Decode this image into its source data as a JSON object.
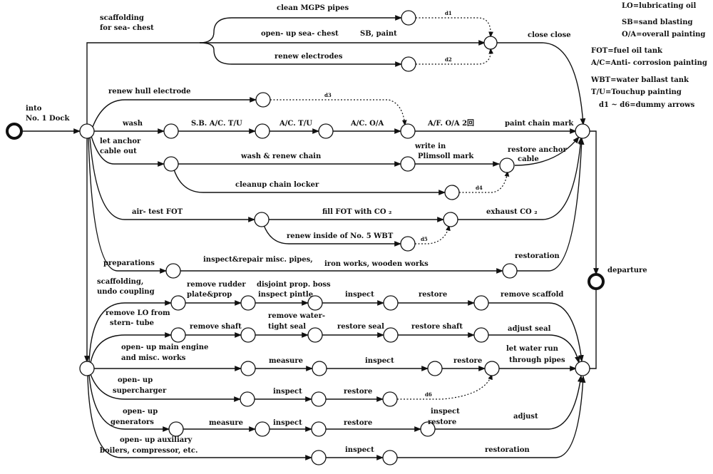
{
  "labels": {
    "into_1": "into",
    "into_2": "No. 1 Dock",
    "departure": "departure",
    "scaffolding_sea_1": "scaffolding",
    "scaffolding_sea_2": "for sea- chest",
    "clean_mgps": "clean MGPS pipes",
    "open_up_sea_chest": "open- up sea- chest",
    "sb_paint": "SB, paint",
    "renew_electrodes": "renew electrodes",
    "close_close": "close close",
    "renew_hull_electrode": "renew hull electrode",
    "wash": "wash",
    "sb_ac_tu": "S.B. A/C. T/U",
    "ac_tu": "A/C. T/U",
    "ac_oa": "A/C. O/A",
    "af_oa": "A/F. O/A 2回",
    "paint_chain_mark": "paint chain mark",
    "let_anchor_1": "let anchor",
    "let_anchor_2": "cable out",
    "wash_renew_chain": "wash & renew chain",
    "write_in_1": "write in",
    "write_in_2": "Plimsoll mark",
    "restore_anchor_1": "restore anchor",
    "restore_anchor_2": "cable",
    "cleanup_chain_locker": "cleanup chain locker",
    "air_test_fot": "air- test FOT",
    "fill_fot": "fill FOT with CO ₂",
    "exhaust_co2": "exhaust CO ₂",
    "renew_inside_wbt": "renew inside of No. 5 WBT",
    "preparations": "preparations",
    "inspect_repair": "inspect&repair misc. pipes,",
    "iron_works": "iron works, wooden works",
    "restoration_1": "restoration",
    "scaffolding_undo_1": "scaffolding,",
    "scaffolding_undo_2": "undo coupling",
    "remove_rudder_1": "remove rudder",
    "remove_rudder_2": "plate&prop",
    "disjoint_1": "disjoint prop. boss",
    "disjoint_2": "inspect pintle",
    "inspect_a": "inspect",
    "restore_a": "restore",
    "remove_scaffold": "remove scaffold",
    "remove_lo_1": "remove LO from",
    "remove_lo_2": "stern- tube",
    "remove_shaft": "remove shaft",
    "remove_water_1": "remove water-",
    "remove_water_2": "tight seal",
    "restore_seal": "restore seal",
    "restore_shaft": "restore shaft",
    "adjust_seal": "adjust seal",
    "open_main_1": "open- up main engine",
    "open_main_2": "and misc.  works",
    "measure_a": "measure",
    "inspect_b": "inspect",
    "restore_b": "restore",
    "let_water_1": "let water run",
    "let_water_2": "through pipes",
    "open_super_1": "open- up",
    "open_super_2": "supercharger",
    "inspect_c": "inspect",
    "restore_c": "restore",
    "open_gen_1": "open- up",
    "open_gen_2": "generators",
    "measure_b": "measure",
    "inspect_d": "inspect",
    "restore_d": "restore",
    "inspect_restore_1": "inspect",
    "inspect_restore_2": "restore",
    "adjust": "adjust",
    "open_aux_1": "open- up auxiliary",
    "open_aux_2": "boilers, compressor, etc.",
    "inspect_e": "inspect",
    "restoration_2": "restoration"
  },
  "dummies": {
    "d1": "d1",
    "d2": "d2",
    "d3": "d3",
    "d4": "d4",
    "d5": "d5",
    "d6": "d6"
  },
  "legend": {
    "lo": "LO=lubricating oil",
    "sb": "SB=sand blasting",
    "oa": "O/A=overall painting",
    "fot": "FOT=fuel oil tank",
    "ac": "A/C=Anti- corrosion painting",
    "wbt": "WBT=water ballast tank",
    "tu": "T/U=Touchup painting",
    "d": "d1 ~ d6=dummy arrows"
  }
}
